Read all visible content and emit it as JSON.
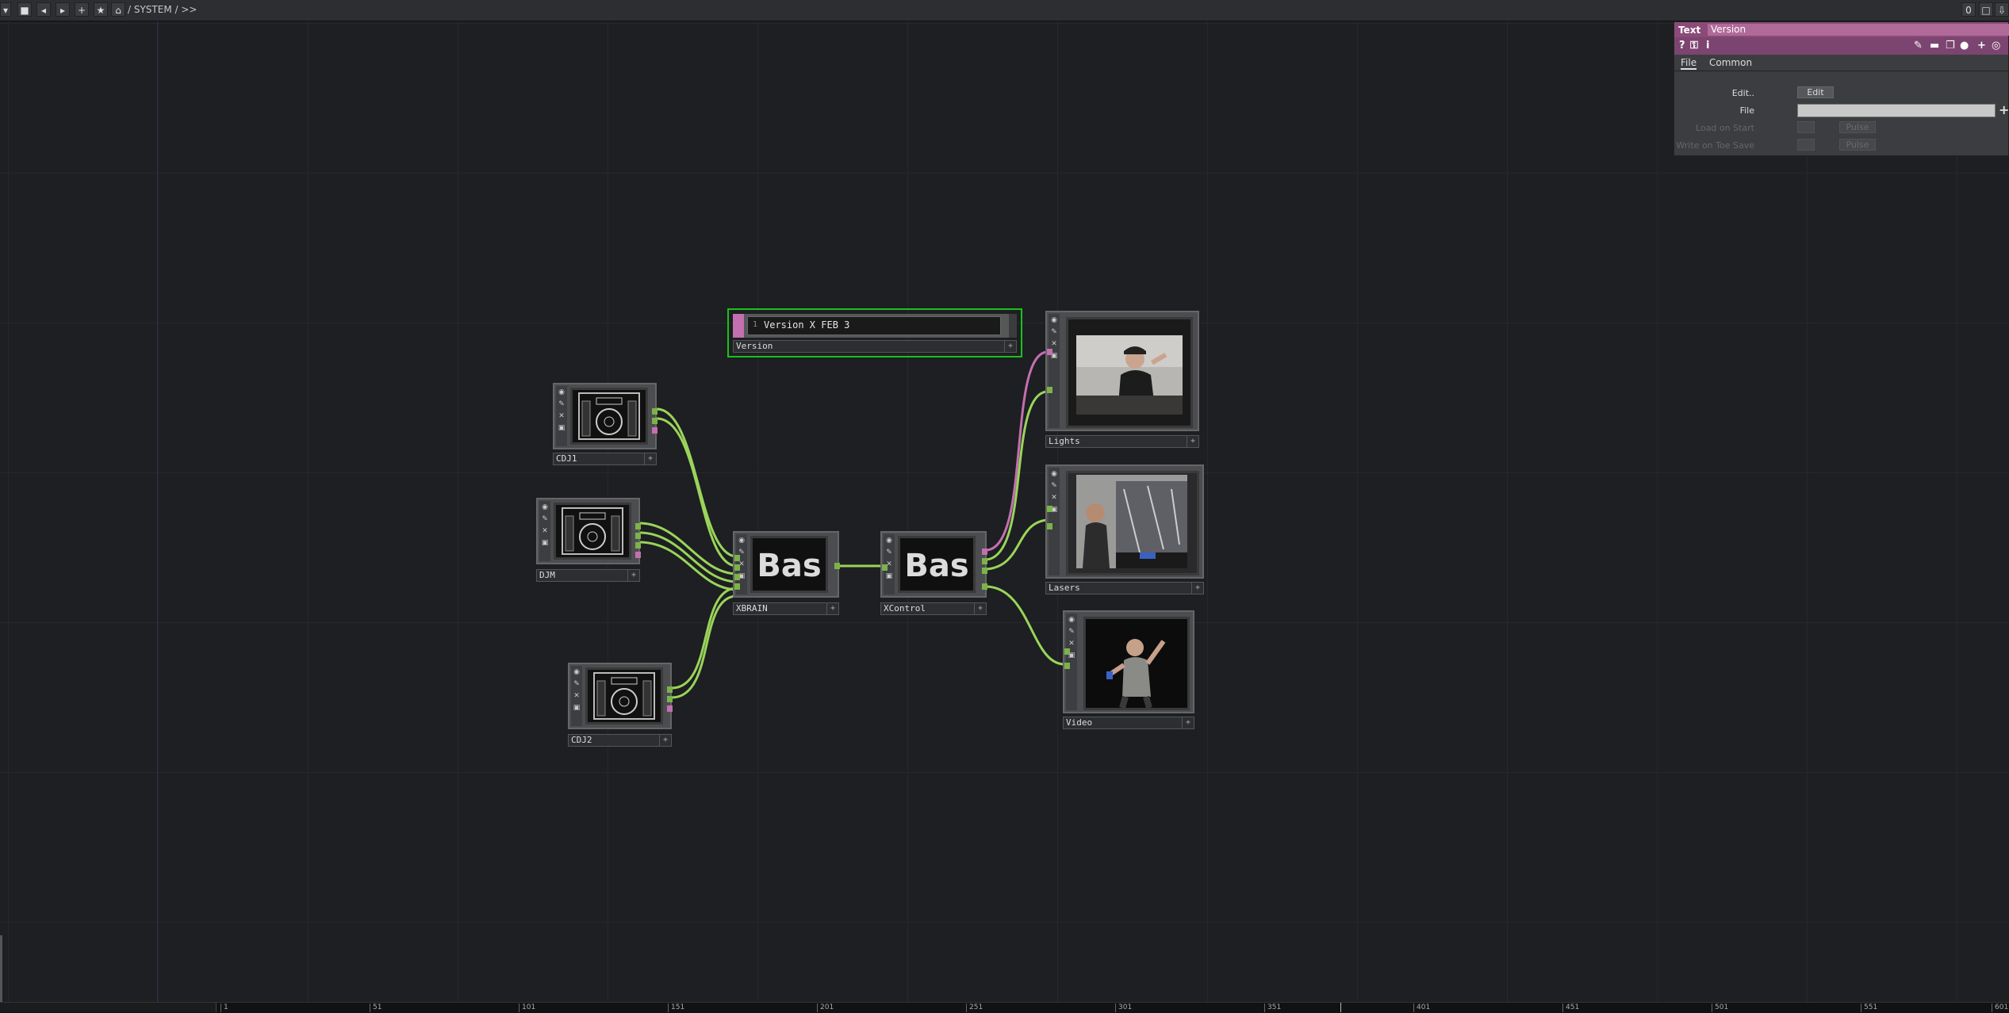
{
  "path": "/ SYSTEM / >>",
  "toolbar": {
    "right_value": "0"
  },
  "nodes": {
    "version": {
      "name": "Version",
      "line_number": "1",
      "text": "Version X FEB 3"
    },
    "cdj1": {
      "name": "CDJ1"
    },
    "djm": {
      "name": "DJM"
    },
    "cdj2": {
      "name": "CDJ2"
    },
    "xbrain": {
      "name": "XBRAIN",
      "display": "Bas"
    },
    "xcontrol": {
      "name": "XControl",
      "display": "Bas"
    },
    "lights": {
      "name": "Lights"
    },
    "lasers": {
      "name": "Lasers"
    },
    "video": {
      "name": "Video"
    }
  },
  "panel": {
    "op_type": "Text",
    "op_name": "Version",
    "tabs": [
      "File",
      "Common"
    ],
    "rows": {
      "edit_label": "Edit..",
      "edit_button": "Edit",
      "file_label": "File",
      "load_label": "Load on Start",
      "load_button": "Pulse",
      "write_label": "Write on Toe Save",
      "write_button": "Pulse"
    }
  },
  "timeline": {
    "ticks": [
      "1",
      "51",
      "101",
      "151",
      "201",
      "251",
      "301",
      "351",
      "401",
      "451",
      "501",
      "551",
      "601"
    ]
  },
  "colors": {
    "wire_green": "#9ad45a",
    "wire_pink": "#c46fb0",
    "selected": "#19c21b",
    "panel_header": "#8a4b78"
  }
}
